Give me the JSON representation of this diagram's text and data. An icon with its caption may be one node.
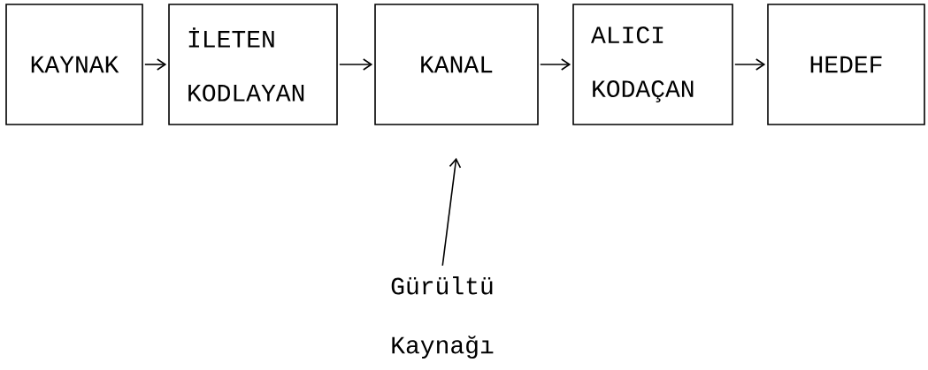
{
  "diagram": {
    "nodes": [
      {
        "text": [
          "KAYNAK"
        ]
      },
      {
        "text": [
          "İLETEN KODLAYAN"
        ]
      },
      {
        "text": [
          "KANAL"
        ]
      },
      {
        "text": [
          "ALICI KODAÇAN"
        ]
      },
      {
        "text": [
          "HEDEF"
        ]
      },
      {
        "text": [
          "Gürültü Kaynağı"
        ]
      }
    ],
    "edges": [
      {
        "from": 0,
        "to": 1,
        "arrow": "to"
      },
      {
        "from": 1,
        "to": 2,
        "arrow": "to"
      },
      {
        "from": 2,
        "to": 3,
        "arrow": "to"
      },
      {
        "from": 3,
        "to": 4,
        "arrow": "to"
      },
      {
        "from": 5,
        "to": 2,
        "arrow": "to"
      }
    ]
  }
}
